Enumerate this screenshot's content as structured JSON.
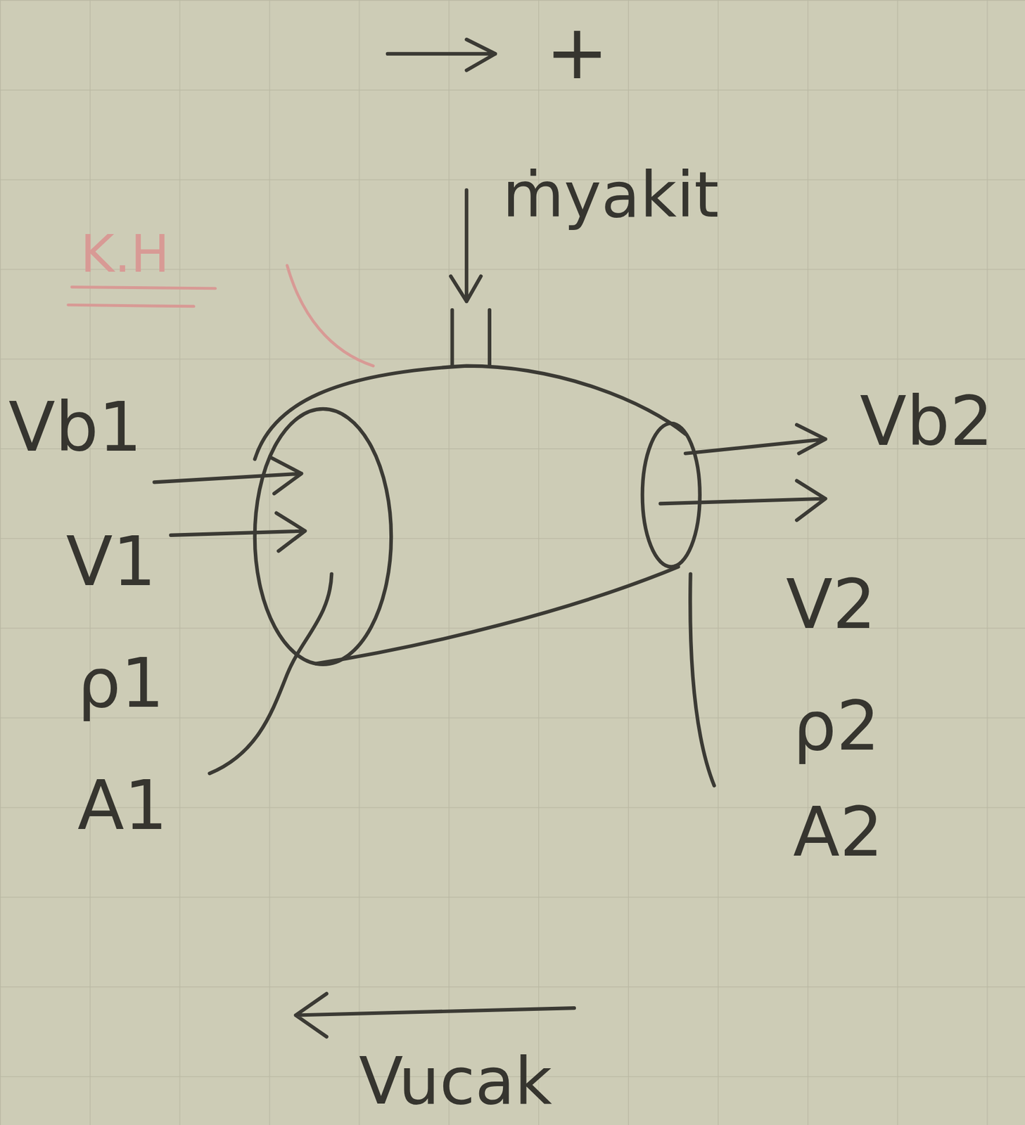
{
  "diagram": {
    "labels": [
      "+",
      "K.H",
      "ṁyakit",
      "Vb1",
      "V1",
      "ρ1",
      "A1",
      "Vb2",
      "V2",
      "ρ2",
      "A2",
      "Vucak"
    ]
  }
}
